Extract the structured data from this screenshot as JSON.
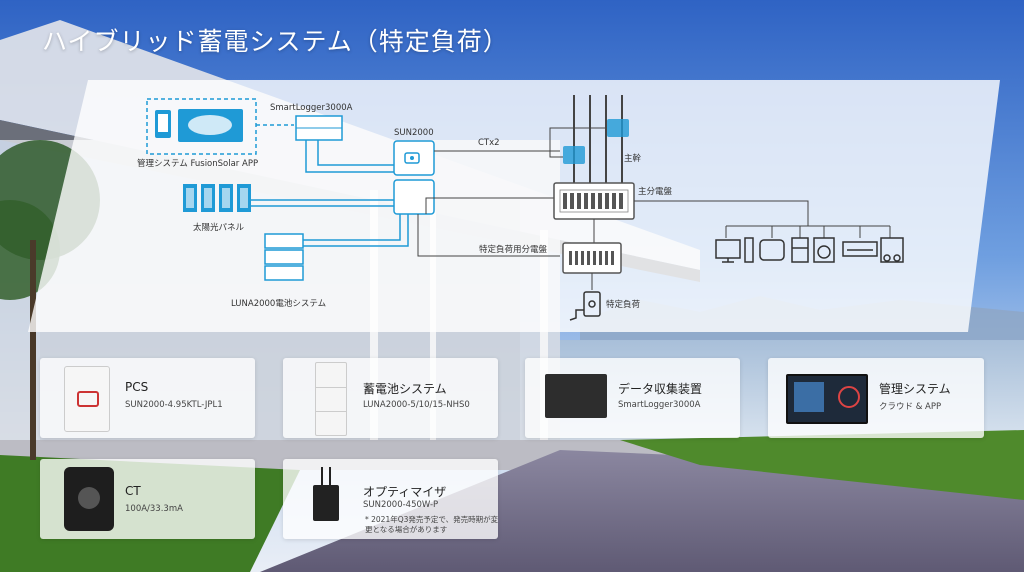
{
  "title": "ハイブリッド蓄電システム（特定負荷）",
  "diagram": {
    "labels": {
      "app": "管理システム FusionSolar APP",
      "logger": "SmartLogger3000A",
      "inverter": "SUN2000",
      "ct": "CTx2",
      "main_trunk": "主幹",
      "main_board": "主分電盤",
      "pv": "太陽光パネル",
      "sub_board": "特定負荷用分電盤",
      "battery": "LUNA2000電池システム",
      "specific_load": "特定負荷"
    }
  },
  "products": [
    {
      "title": "PCS",
      "sub": "SUN2000-4.95KTL-JPL1"
    },
    {
      "title": "蓄電池システム",
      "sub": "LUNA2000-5/10/15-NHS0"
    },
    {
      "title": "データ収集装置",
      "sub": "SmartLogger3000A"
    },
    {
      "title": "管理システム",
      "sub": "クラウド & APP"
    },
    {
      "title": "CT",
      "sub": "100A/33.3mA"
    },
    {
      "title": "オプティマイザ",
      "sub": "SUN2000-450W-P",
      "note": "* 2021年Q3発売予定で、発売時期が変更となる場合があります"
    }
  ],
  "colors": {
    "accent": "#1f9ad6",
    "line": "#444444"
  }
}
